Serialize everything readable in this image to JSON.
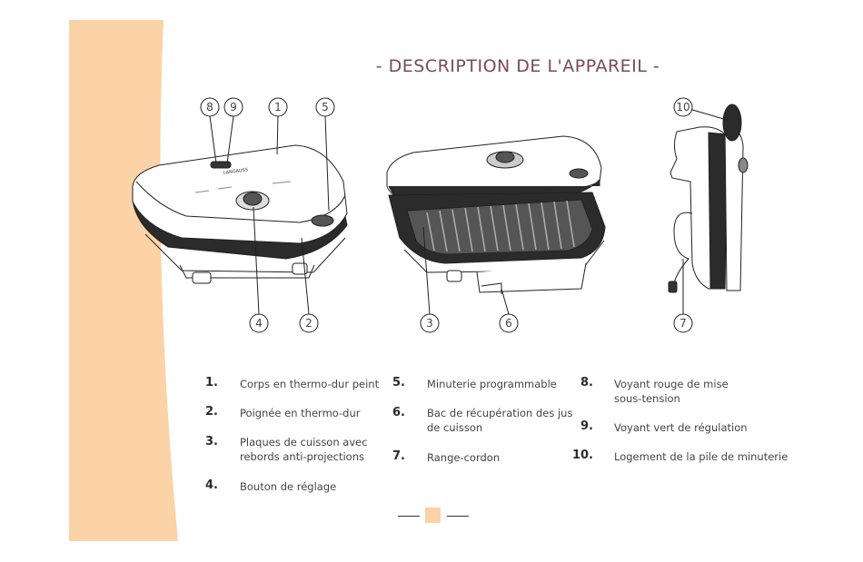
{
  "page": {
    "title": "- DESCRIPTION DE L'APPAREIL -",
    "band_color": "#fbd3a6",
    "title_color": "#7a4a57",
    "marker_color": "#fbd3a6"
  },
  "illustration": {
    "brand": "LANGAUSS",
    "callouts_left": [
      "8",
      "9",
      "1",
      "5",
      "4",
      "2"
    ],
    "callouts_middle": [
      "3",
      "6"
    ],
    "callouts_right": [
      "10",
      "7"
    ]
  },
  "legend": [
    {
      "num": "1.",
      "text": "Corps en thermo-dur peint"
    },
    {
      "num": "2.",
      "text": "Poignée en thermo-dur"
    },
    {
      "num": "3.",
      "text": "Plaques de cuisson avec\nrebords anti-projections"
    },
    {
      "num": "4.",
      "text": "Bouton de réglage"
    },
    {
      "num": "5.",
      "text": "Minuterie programmable"
    },
    {
      "num": "6.",
      "text": "Bac de récupération des jus\nde cuisson"
    },
    {
      "num": "7.",
      "text": "Range-cordon"
    },
    {
      "num": "8.",
      "text": "Voyant rouge de mise\nsous-tension"
    },
    {
      "num": "9.",
      "text": "Voyant vert de régulation"
    },
    {
      "num": "10.",
      "text": "Logement de la pile de minuterie"
    }
  ]
}
